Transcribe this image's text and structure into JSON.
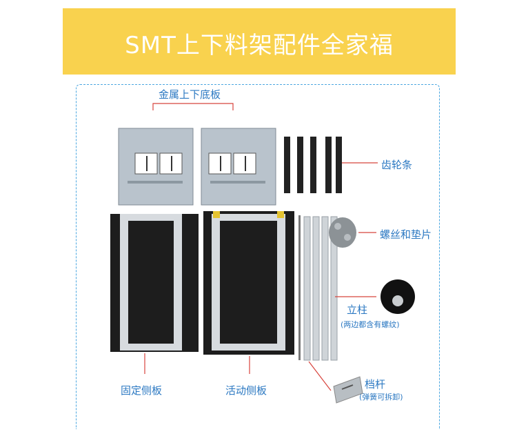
{
  "banner": {
    "title": "SMT上下料架配件全家福",
    "color": "#f9d24e"
  },
  "labels": {
    "metal_plate": "金属上下底板",
    "gear_strip": "齿轮条",
    "screws": "螺丝和垫片",
    "column": "立柱",
    "column_note": "(两边都含有螺纹)",
    "fixed_side": "固定侧板",
    "movable_side": "活动侧板",
    "rod": "档杆",
    "rod_note": "(弹簧可拆卸)"
  },
  "colors": {
    "accent": "#2b78c2",
    "frame": "#4aa6e0"
  }
}
